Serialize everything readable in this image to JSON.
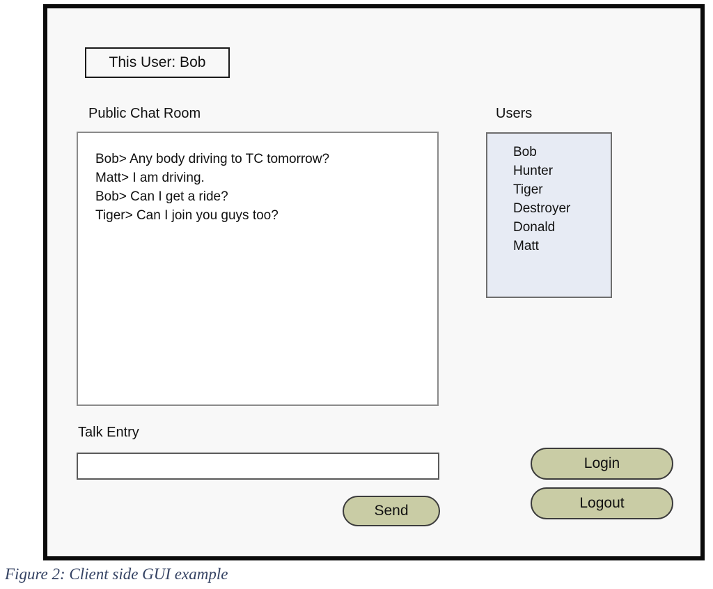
{
  "window": {
    "this_user_label": "This User: Bob",
    "chat": {
      "label": "Public Chat Room",
      "messages": [
        "Bob> Any body driving to TC tomorrow?",
        "Matt> I am driving.",
        "Bob> Can I get a ride?",
        "Tiger> Can I join you guys too?"
      ]
    },
    "users": {
      "label": "Users",
      "items": [
        "Bob",
        "Hunter",
        "Tiger",
        "Destroyer",
        "Donald",
        "Matt"
      ]
    },
    "talk_entry": {
      "label": "Talk Entry",
      "value": "",
      "placeholder": ""
    },
    "buttons": {
      "send": "Send",
      "login": "Login",
      "logout": "Logout"
    }
  },
  "caption": "Figure 2: Client side GUI example",
  "colors": {
    "window_bg": "#f8f8f8",
    "outer_border": "#0b0b0b",
    "button_fill": "#c9cca5",
    "users_box_fill": "#e7ebf4",
    "caption_text": "#344263"
  }
}
